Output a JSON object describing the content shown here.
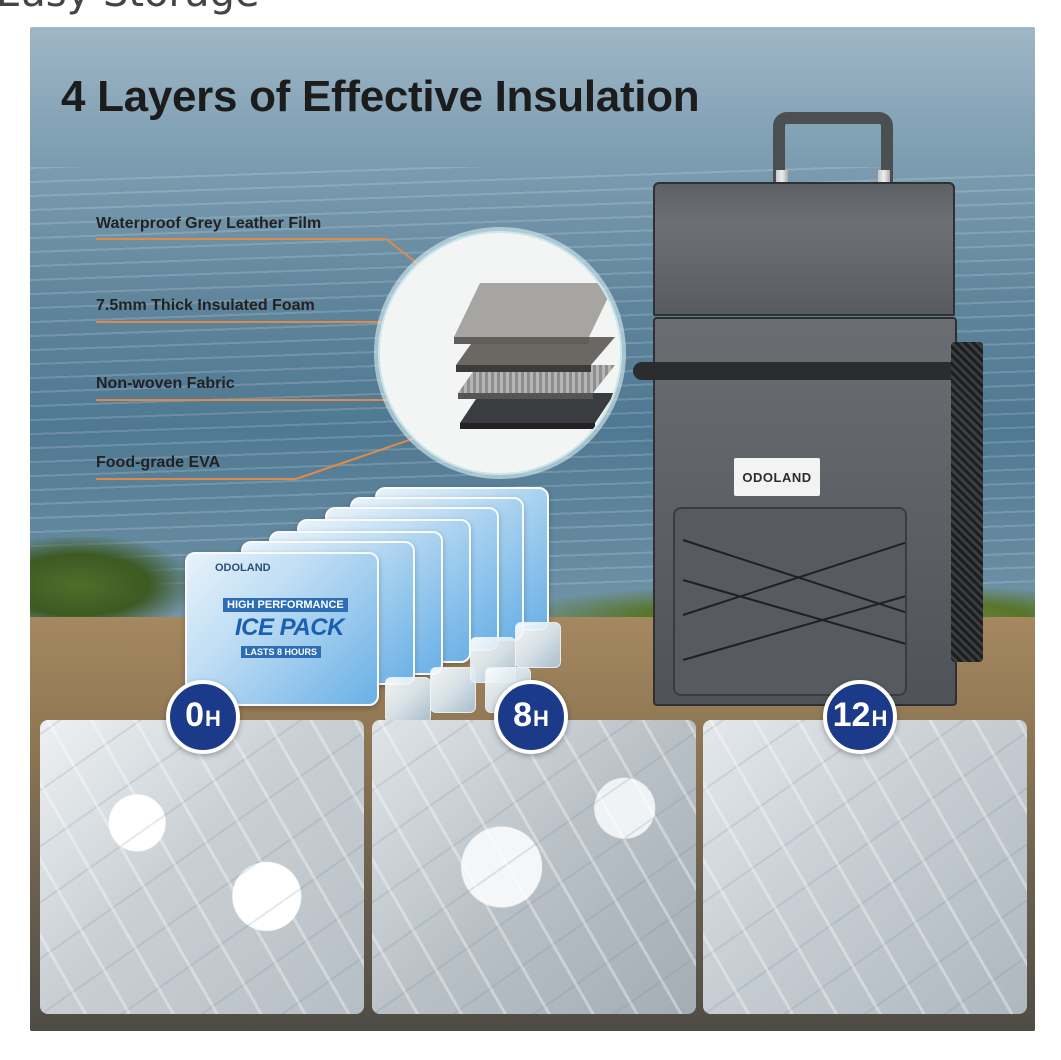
{
  "header": {
    "title_fragment": "Easy Storage"
  },
  "main": {
    "title": "4 Layers of Effective Insulation",
    "layers": [
      {
        "label": "Waterproof Grey Leather Film"
      },
      {
        "label": "7.5mm Thick Insulated Foam"
      },
      {
        "label": "Non-woven Fabric"
      },
      {
        "label": "Food-grade EVA"
      }
    ],
    "ice_pack": {
      "brand": "ODOLAND",
      "tag": "HIGH PERFORMANCE",
      "title": "ICE PACK",
      "subtitle": "LASTS 8 HOURS"
    },
    "cooler": {
      "brand": "ODOLAND"
    },
    "time_badges": [
      {
        "value": "0",
        "unit": "H"
      },
      {
        "value": "8",
        "unit": "H"
      },
      {
        "value": "12",
        "unit": "H"
      }
    ]
  },
  "colors": {
    "badge": "#1c3a8a",
    "leader_line": "#e08a4a",
    "title": "#1c1c1c"
  }
}
